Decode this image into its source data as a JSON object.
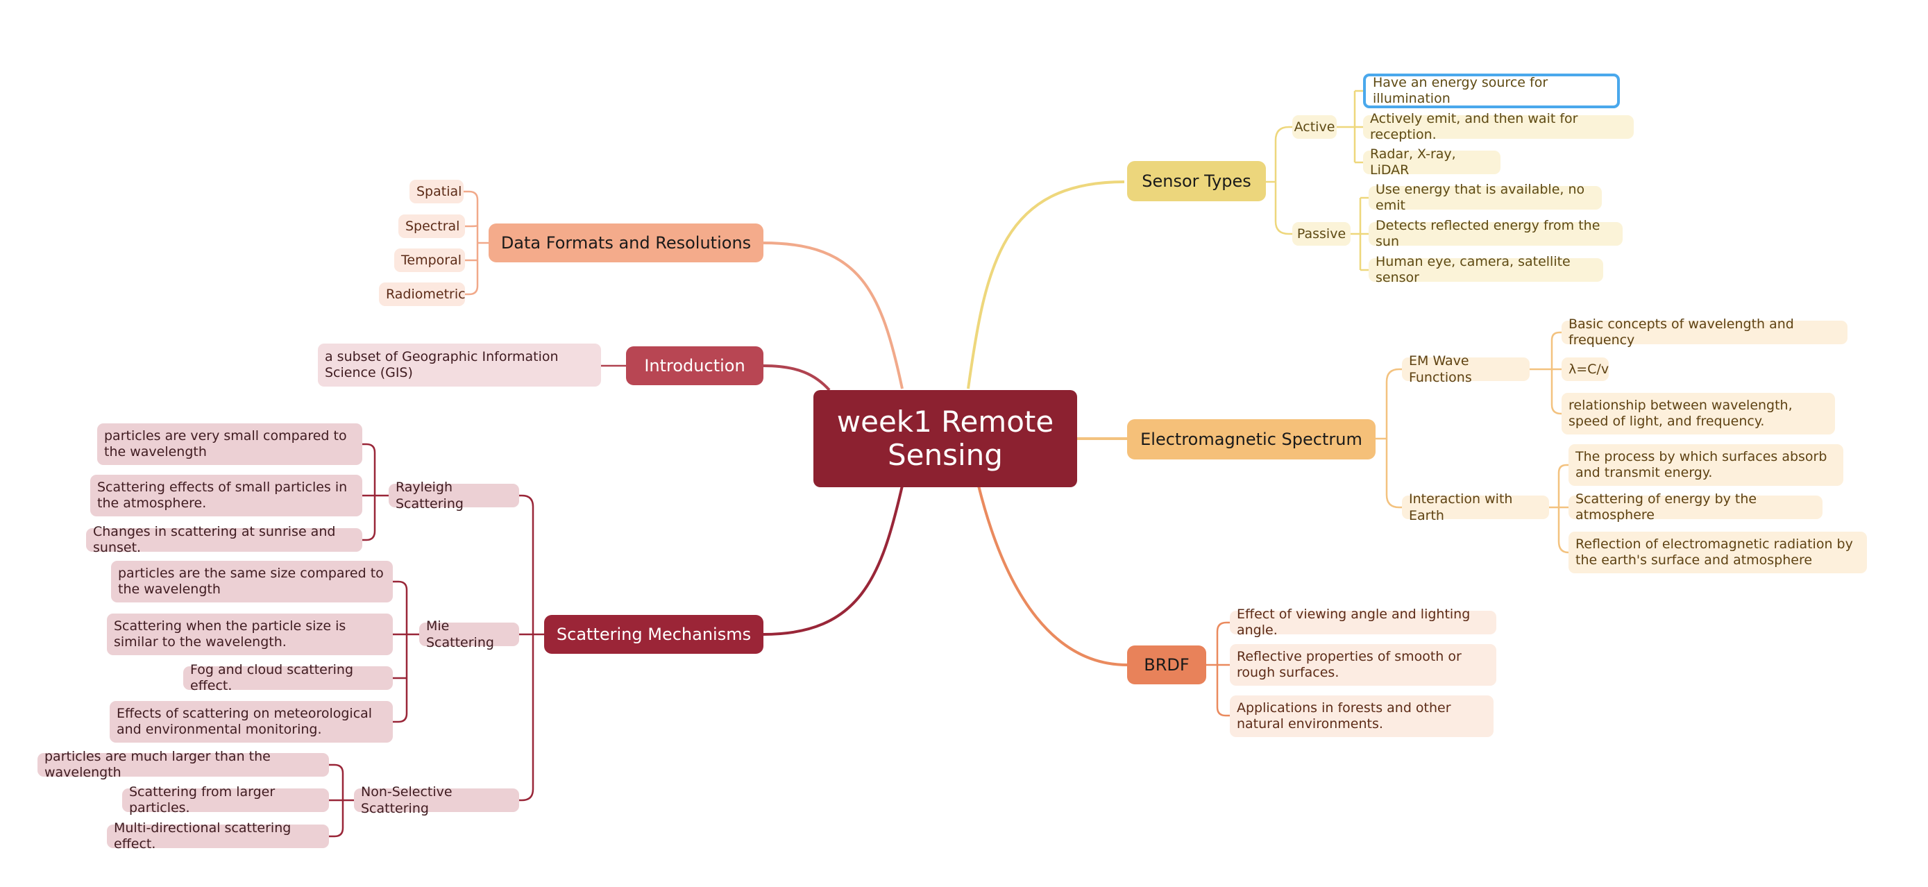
{
  "central": {
    "title": "week1 Remote Sensing",
    "color": "#8c2130"
  },
  "branches": {
    "sensor_types": {
      "label": "Sensor Types",
      "color": "#ecd67c",
      "line": "#eed77c",
      "active": {
        "label": "Active",
        "items": [
          "Have an energy source for illumination",
          "Actively emit, and then wait for reception.",
          "Radar, X-ray, LiDAR"
        ]
      },
      "passive": {
        "label": "Passive",
        "items": [
          "Use energy that is available, no emit",
          "Detects reflected energy from the sun",
          "Human eye, camera, satellite sensor"
        ]
      }
    },
    "em_spectrum": {
      "label": "Electromagnetic Spectrum",
      "color": "#f5c079",
      "line": "#f3c27f",
      "wave": {
        "label": "EM Wave Functions",
        "items": [
          "Basic concepts of wavelength and frequency",
          "λ=C/v",
          "relationship between wavelength, speed of light, and frequency."
        ]
      },
      "earth": {
        "label": "Interaction with Earth",
        "items": [
          "The process by which surfaces absorb and transmit energy.",
          "Scattering of energy by the atmosphere",
          "Reflection of electromagnetic radiation by the earth's surface and atmosphere"
        ]
      }
    },
    "brdf": {
      "label": "BRDF",
      "color": "#e8825a",
      "line": "#ea8a5e",
      "items": [
        "Effect of viewing angle and lighting angle.",
        "Reflective properties of smooth or rough surfaces.",
        "Applications in forests and other natural environments."
      ]
    },
    "data_formats": {
      "label": "Data Formats and Resolutions",
      "color": "#f4ab8b",
      "line": "#f1a98a",
      "items": [
        "Spatial",
        "Spectral",
        "Temporal",
        "Radiometric"
      ]
    },
    "introduction": {
      "label": "Introduction",
      "color": "#b84653",
      "line": "#b04350",
      "items": [
        "a subset of Geographic Information Science (GIS)"
      ]
    },
    "scattering": {
      "label": "Scattering Mechanisms",
      "color": "#9b2537",
      "line": "#992638",
      "rayleigh": {
        "label": "Rayleigh Scattering",
        "items": [
          "particles are very small compared to the wavelength",
          "Scattering effects of small particles in the atmosphere.",
          "Changes in scattering at sunrise and sunset."
        ]
      },
      "mie": {
        "label": "Mie Scattering",
        "items": [
          "particles are the same size compared to the wavelength",
          "Scattering when the particle size is similar to the wavelength.",
          "Fog and cloud scattering effect.",
          "Effects of scattering on meteorological and environmental monitoring."
        ]
      },
      "nonselective": {
        "label": "Non-Selective Scattering",
        "items": [
          "particles are much larger than the wavelength",
          "Scattering from larger particles.",
          "Multi-directional scattering effect."
        ]
      }
    }
  }
}
